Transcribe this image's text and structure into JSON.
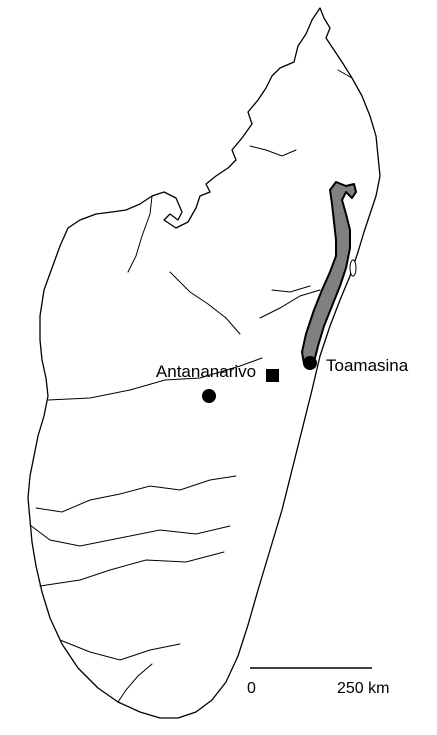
{
  "map": {
    "cities": [
      {
        "name": "Antananarivo"
      },
      {
        "name": "Toamasina"
      }
    ],
    "scale_bar": {
      "start_label": "0",
      "end_label": "250 km"
    },
    "colors": {
      "outline": "#000000",
      "land": "#ffffff",
      "highlight_fill": "#808080",
      "marker": "#000000"
    },
    "symbols": [
      "city-marker-circle",
      "site-marker-square",
      "highlighted-coastal-area"
    ]
  }
}
